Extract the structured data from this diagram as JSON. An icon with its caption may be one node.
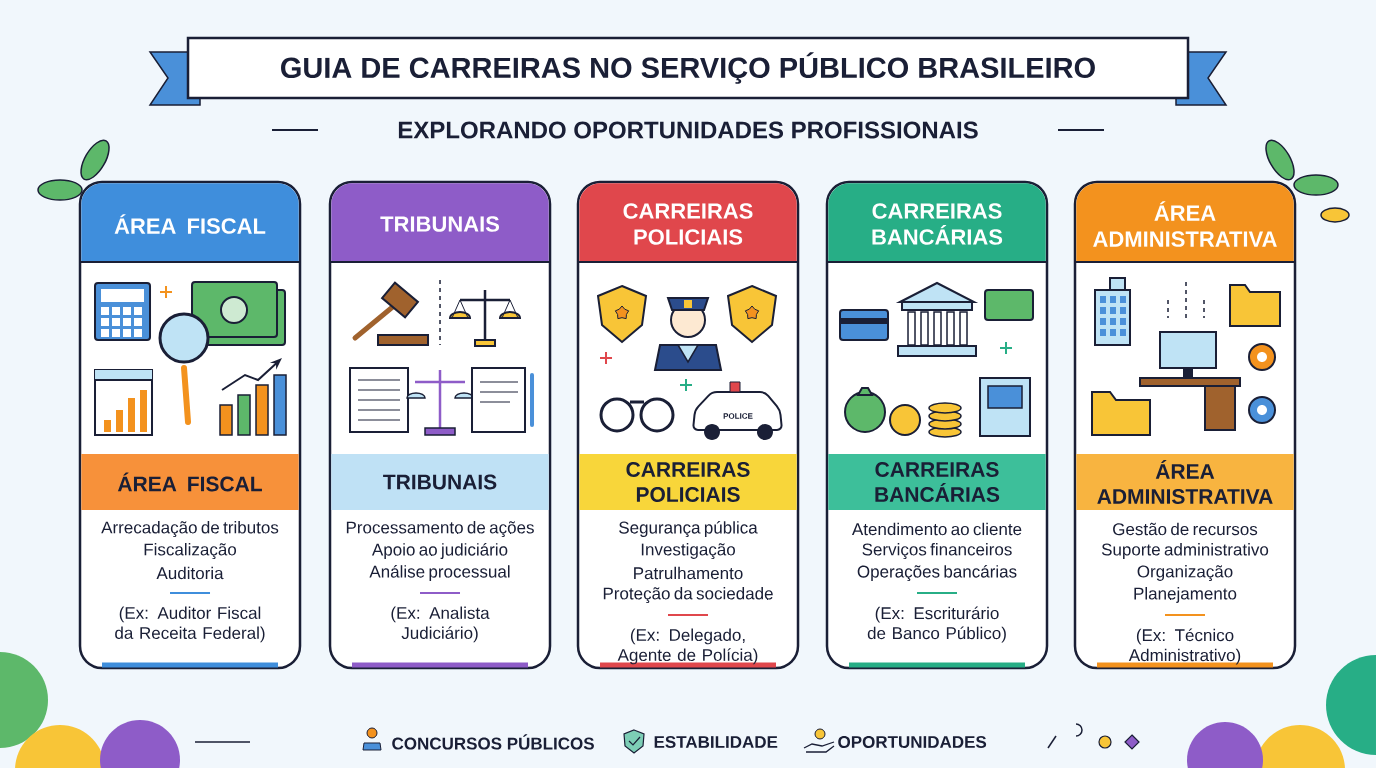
{
  "diagram": {
    "title": "GUIA DE CARREIRAS NO SERVIÇO PÚBLICO BRASILEIRO",
    "nodes": [
      {
        "text": [
          "ÁREA FISCAL",
          "ÁREA FISCAL",
          "Arrecadação de tributos",
          "Fiscalização",
          "Auditoria",
          "(Ex: Auditor Fiscal da Receita Federal)"
        ]
      },
      {
        "text": [
          "TRIBUNAIS",
          "TRIBUNAIS",
          "Processamento de ações",
          "Apoio ao judiciário",
          "Análise processual",
          "(Ex: Analista Judiciário)"
        ]
      },
      {
        "text": [
          "CARREIRAS POLICIAIS",
          "CARREIRAS POLICIAIS",
          "Segurança pública",
          "Investigação",
          "Patrulhamento",
          "Proteção da sociedade",
          "(Ex: Delegado, Agente de Polícia)"
        ]
      },
      {
        "text": [
          "CARREIRAS BANCÁRIAS",
          "CARREIRAS BANCÁRIAS",
          "Atendimento ao cliente",
          "Serviços financeiros",
          "Operações bancárias",
          "(Ex: Escriturário de Banco Público)"
        ]
      },
      {
        "text": [
          "ÁREA ADMINISTRATIVA",
          "ÁREA ADMINISTRATIVA",
          "Gestão de recursos",
          "Suporte administrativo",
          "Organização",
          "Planejamento",
          "(Ex: Técnico Administrativo)"
        ]
      }
    ],
    "labels": [
      "EXPLORANDO OPORTUNIDADES PROFISSIONAIS",
      "POLICE",
      "CONCURSOS PÚBLICOS",
      "ESTABILIDADE",
      "OPORTUNIDADES"
    ]
  }
}
